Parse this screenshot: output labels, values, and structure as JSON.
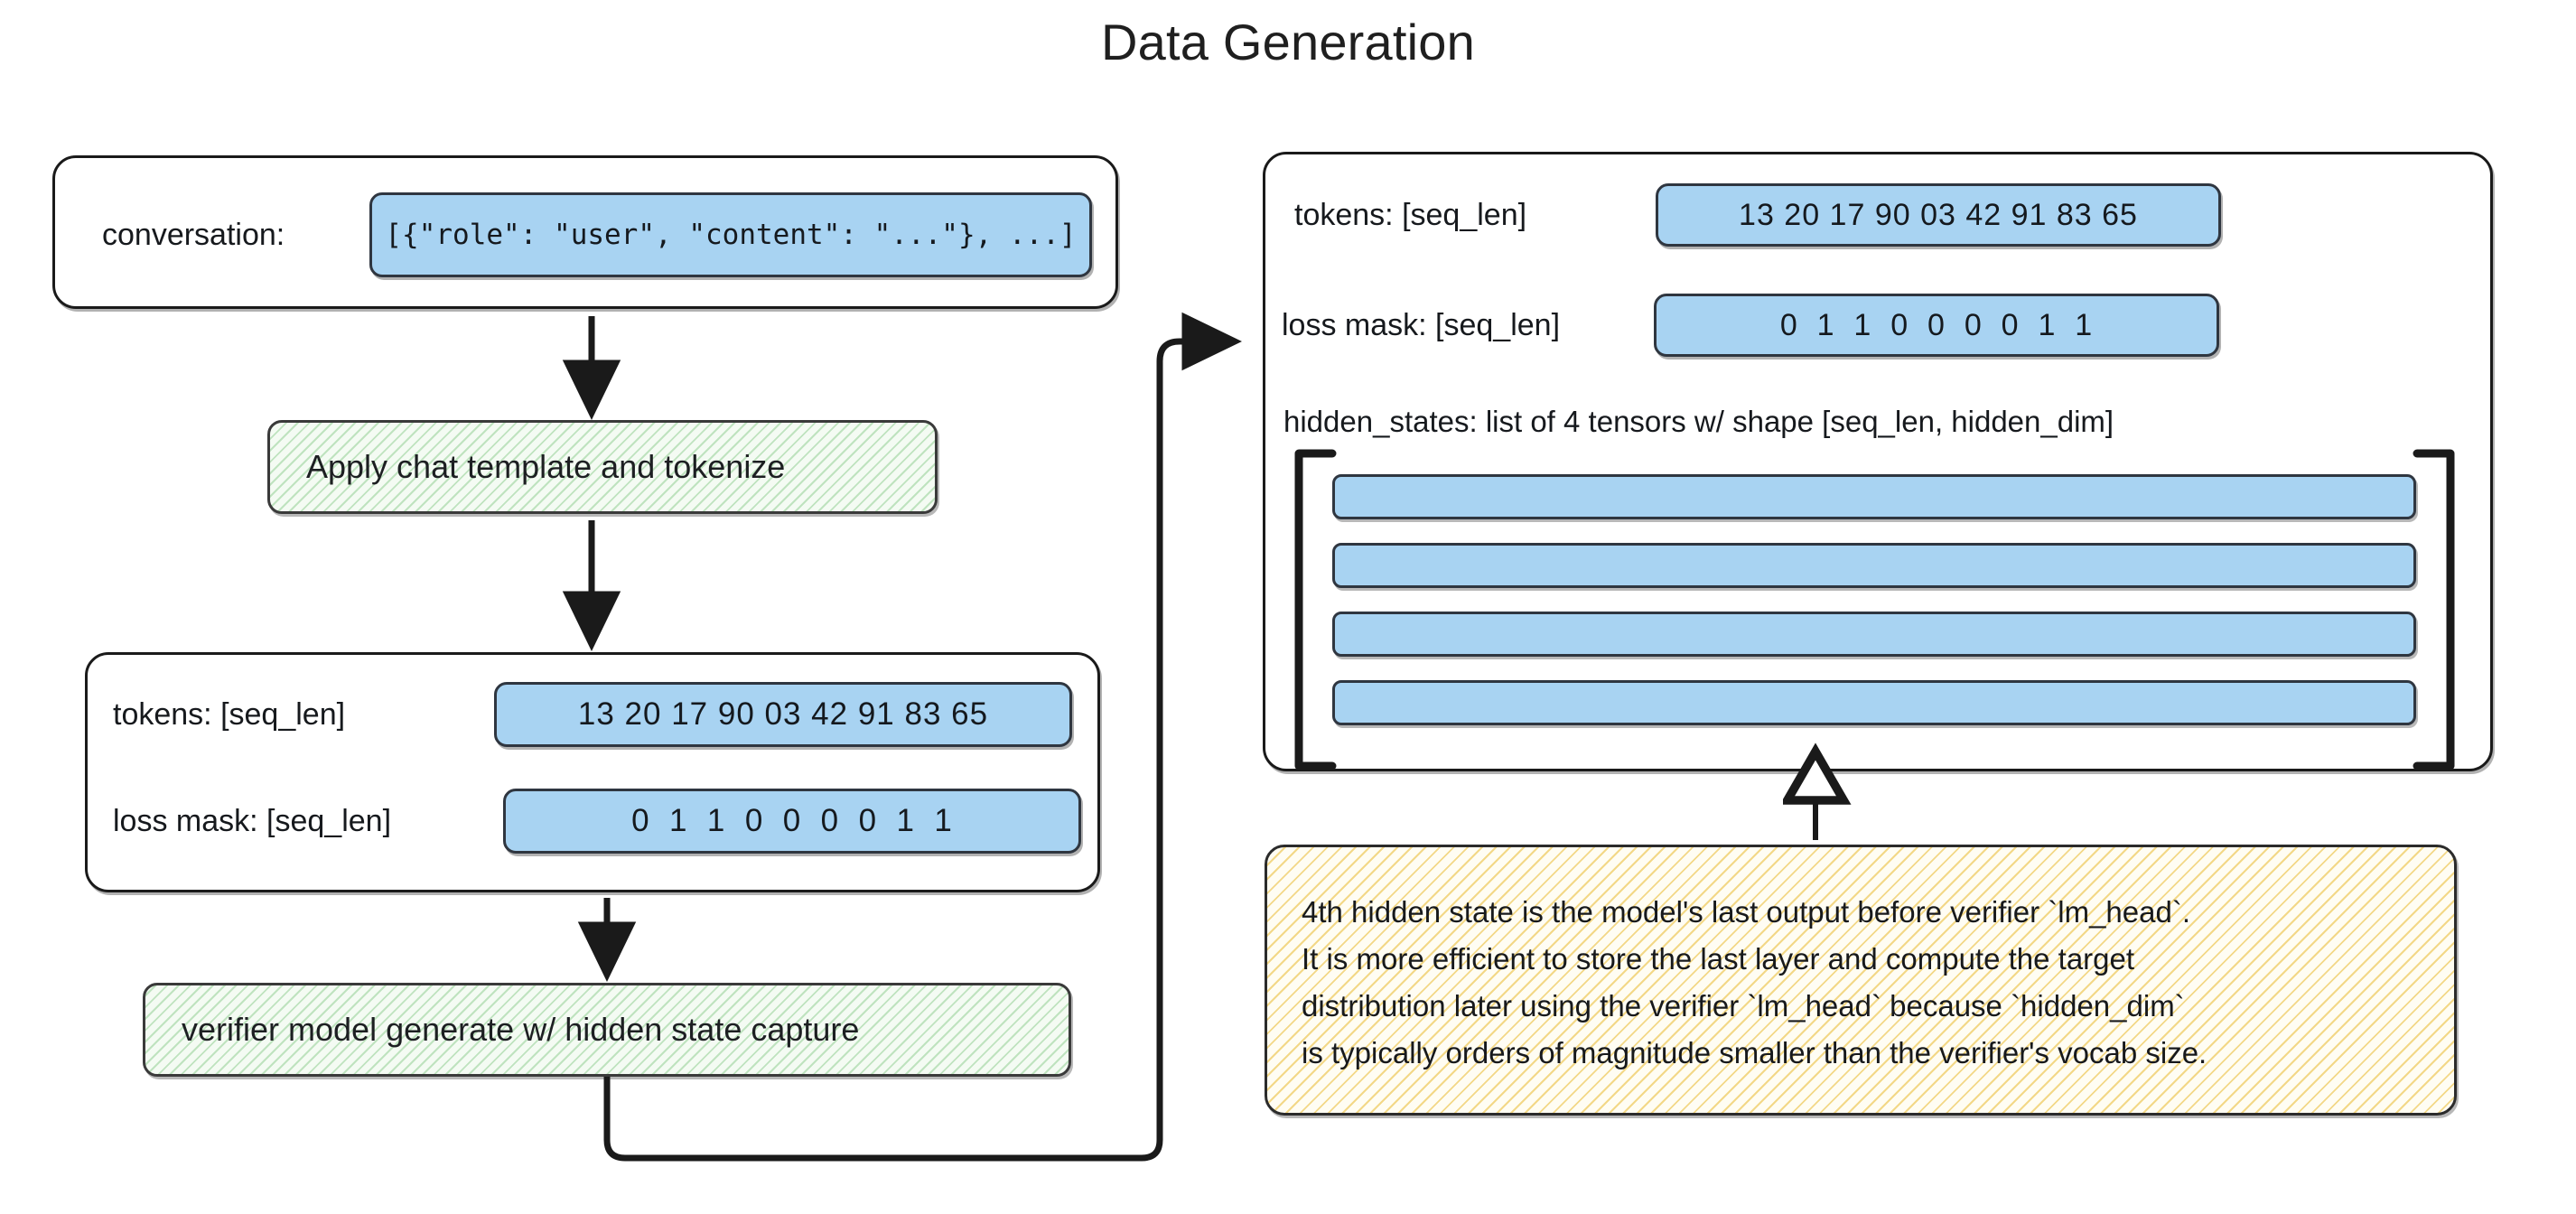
{
  "title": "Data Generation",
  "left_panel": {
    "input_card": {
      "label": "conversation:",
      "value": "[{\"role\": \"user\", \"content\": \"...\"}, ...]"
    },
    "process_1": {
      "label": "Apply chat template and tokenize"
    },
    "tensor_card": {
      "tokens_label": "tokens: [seq_len]",
      "tokens_value": "13 20 17 90 03 42 91 83 65",
      "loss_mask_label": "loss mask: [seq_len]",
      "loss_mask_value": "0  1  1  0  0  0  0  1  1"
    },
    "process_2": {
      "label": "verifier model generate w/ hidden state capture"
    }
  },
  "right_panel": {
    "tokens_label": "tokens: [seq_len]",
    "tokens_value": "13 20 17 90 03 42 91 83 65",
    "loss_mask_label": "loss mask: [seq_len]",
    "loss_mask_value": "0  1  1  0  0  0  0  1  1",
    "hidden_states_label": "hidden_states: list of 4 tensors w/ shape [seq_len, hidden_dim]",
    "hidden_states_count": 4
  },
  "note": {
    "lines": [
      "4th hidden state is the model's last output before verifier `lm_head`.",
      "It is more efficient to store the last layer and compute the target",
      "distribution later using the verifier `lm_head` because `hidden_dim`",
      "is typically orders of magnitude smaller than the verifier's vocab size."
    ]
  },
  "colors": {
    "pill_fill": "#a8d3f2",
    "pill_stroke": "#2f3640",
    "process_hatch": "#bfe3bf",
    "note_hatch": "#f3d887",
    "stroke": "#1a1a1a",
    "background": "#ffffff"
  }
}
